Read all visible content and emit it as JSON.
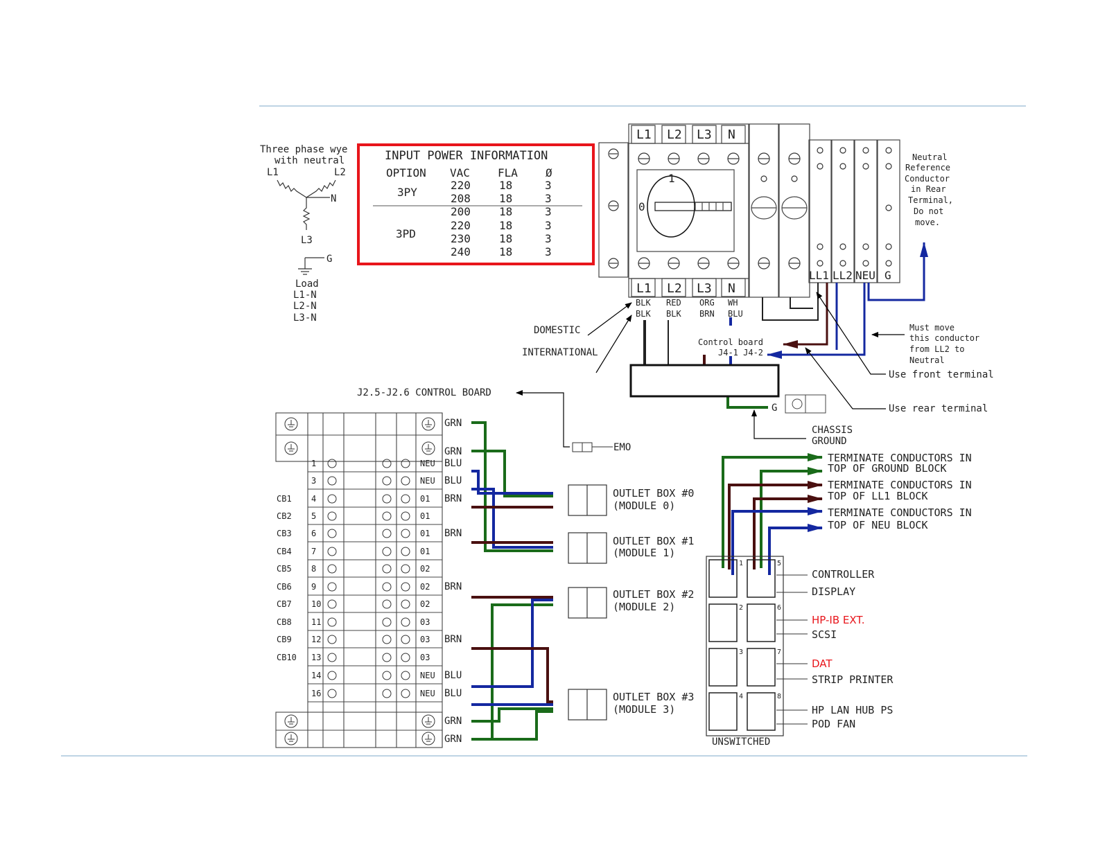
{
  "colors": {
    "green": "#1a6b1a",
    "blue": "#1428a0",
    "brown": "#4a1010",
    "red": "#e8151b",
    "rule": "#a9c6dc"
  },
  "wye": {
    "title_1": "Three phase wye",
    "title_2": "with neutral",
    "l1": "L1",
    "l2": "L2",
    "l3": "L3",
    "n": "N",
    "g": "G",
    "load": "Load",
    "load_lines": [
      "L1-N",
      "L2-N",
      "L3-N"
    ]
  },
  "power_table": {
    "title": "INPUT POWER INFORMATION",
    "headers": [
      "OPTION",
      "VAC",
      "FLA",
      "Ø"
    ],
    "groups": [
      {
        "option": "3PY",
        "rows": [
          [
            "220",
            "18",
            "3"
          ],
          [
            "208",
            "18",
            "3"
          ]
        ]
      },
      {
        "option": "3PD",
        "rows": [
          [
            "200",
            "18",
            "3"
          ],
          [
            "220",
            "18",
            "3"
          ],
          [
            "230",
            "18",
            "3"
          ],
          [
            "240",
            "18",
            "3"
          ]
        ]
      }
    ]
  },
  "breaker": {
    "top_terms": [
      "L1",
      "L2",
      "L3",
      "N"
    ],
    "bottom_terms": [
      "L1",
      "L2",
      "L3",
      "N"
    ],
    "handle_on": "1",
    "handle_off": "0",
    "rear_terms": [
      "LL1",
      "LL2",
      "NEU",
      "G"
    ],
    "wire_row1": [
      "BLK",
      "RED",
      "ORG",
      "WH"
    ],
    "wire_row2": [
      "BLK",
      "BLK",
      "BRN",
      "BLU"
    ]
  },
  "labels": {
    "domestic": "DOMESTIC",
    "international": "INTERNATIONAL",
    "control_board": "Control board",
    "j4": "J4-1  J4-2",
    "g": "G",
    "chassis_1": "CHASSIS",
    "chassis_2": "GROUND",
    "neutral_note": [
      "Neutral",
      "Reference",
      "Conductor",
      "in Rear",
      "Terminal,",
      "Do not",
      "move."
    ],
    "must_move": [
      "Must move",
      "this conductor",
      "from LL2 to",
      "Neutral"
    ],
    "use_front": "Use front terminal",
    "use_rear": "Use rear terminal",
    "j25": "J2.5-J2.6 CONTROL BOARD",
    "emo": "EMO",
    "unswitched": "UNSWITCHED"
  },
  "terminate": [
    [
      "TERMINATE CONDUCTORS IN",
      "TOP OF GROUND BLOCK"
    ],
    [
      "TERMINATE CONDUCTORS IN",
      "TOP OF LL1 BLOCK"
    ],
    [
      "TERMINATE CONDUCTORS IN",
      "TOP OF NEU BLOCK"
    ]
  ],
  "outlet_boxes": [
    [
      "OUTLET BOX #0",
      "(MODULE 0)"
    ],
    [
      "OUTLET BOX #1",
      "(MODULE 1)"
    ],
    [
      "OUTLET BOX #2",
      "(MODULE 2)"
    ],
    [
      "OUTLET BOX #3",
      "(MODULE 3)"
    ]
  ],
  "terminal_block": {
    "rows": [
      {
        "cb": "",
        "num": "1",
        "phase": "NEU",
        "wire": "BLU"
      },
      {
        "cb": "",
        "num": "3",
        "phase": "NEU",
        "wire": "BLU"
      },
      {
        "cb": "CB1",
        "num": "4",
        "phase": "01",
        "wire": "BRN"
      },
      {
        "cb": "CB2",
        "num": "5",
        "phase": "01",
        "wire": ""
      },
      {
        "cb": "CB3",
        "num": "6",
        "phase": "01",
        "wire": "BRN"
      },
      {
        "cb": "CB4",
        "num": "7",
        "phase": "01",
        "wire": ""
      },
      {
        "cb": "CB5",
        "num": "8",
        "phase": "02",
        "wire": ""
      },
      {
        "cb": "CB6",
        "num": "9",
        "phase": "02",
        "wire": "BRN"
      },
      {
        "cb": "CB7",
        "num": "10",
        "phase": "02",
        "wire": ""
      },
      {
        "cb": "CB8",
        "num": "11",
        "phase": "03",
        "wire": ""
      },
      {
        "cb": "CB9",
        "num": "12",
        "phase": "03",
        "wire": "BRN"
      },
      {
        "cb": "CB10",
        "num": "13",
        "phase": "03",
        "wire": ""
      },
      {
        "cb": "",
        "num": "14",
        "phase": "NEU",
        "wire": "BLU"
      },
      {
        "cb": "",
        "num": "16",
        "phase": "NEU",
        "wire": "BLU"
      }
    ],
    "top_ground_wires": [
      "GRN",
      "GRN"
    ],
    "bottom_ground_wires": [
      "GRN",
      "GRN"
    ]
  },
  "outlet_legend": [
    {
      "text": "CONTROLLER",
      "red": false
    },
    {
      "text": "DISPLAY",
      "red": false
    },
    {
      "text": "HP-IB EXT.",
      "red": true
    },
    {
      "text": "SCSI",
      "red": false
    },
    {
      "text": "DAT",
      "red": true
    },
    {
      "text": "STRIP PRINTER",
      "red": false
    },
    {
      "text": "HP LAN HUB PS",
      "red": false
    },
    {
      "text": "POD FAN",
      "red": false
    }
  ],
  "outlet_numbers": [
    "1",
    "5",
    "2",
    "6",
    "3",
    "7",
    "4",
    "8"
  ]
}
